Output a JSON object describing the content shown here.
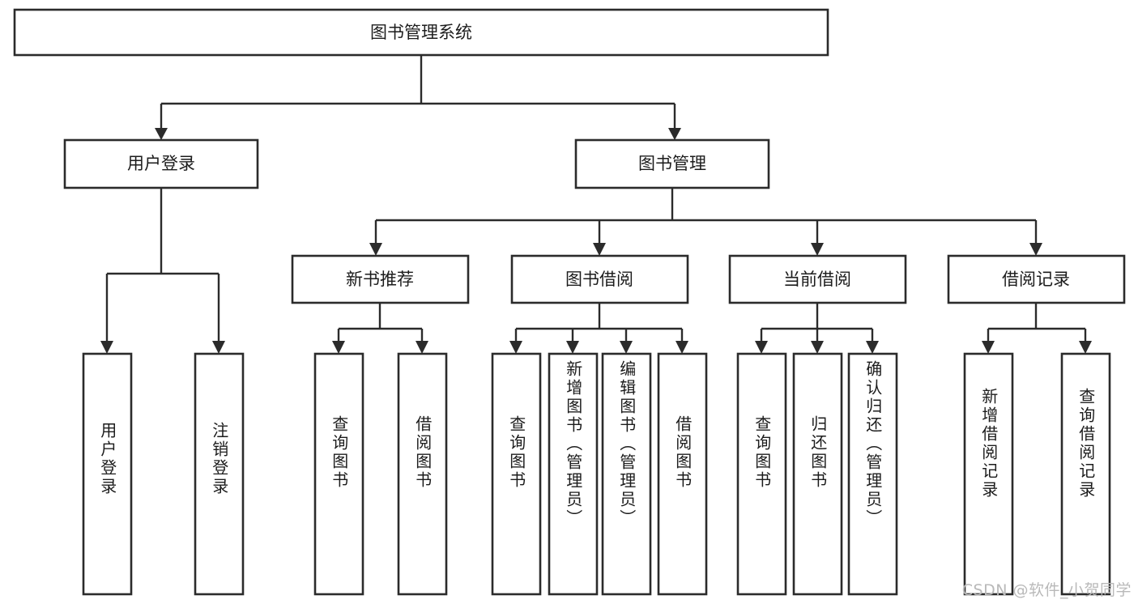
{
  "diagram": {
    "type": "tree-hierarchy",
    "orientation": "top-down",
    "root": {
      "id": "root",
      "label": "图书管理系统"
    },
    "level2": [
      {
        "id": "user-login",
        "label": "用户登录"
      },
      {
        "id": "book-manage",
        "label": "图书管理"
      }
    ],
    "level3": [
      {
        "id": "new-book-rec",
        "label": "新书推荐",
        "parent": "book-manage"
      },
      {
        "id": "book-borrow",
        "label": "图书借阅",
        "parent": "book-manage"
      },
      {
        "id": "current-borrow",
        "label": "当前借阅",
        "parent": "book-manage"
      },
      {
        "id": "borrow-record",
        "label": "借阅记录",
        "parent": "book-manage"
      }
    ],
    "leaves": {
      "user-login": [
        {
          "id": "leaf-user-login",
          "label": "用户登录"
        },
        {
          "id": "leaf-user-logout",
          "label": "注销登录"
        }
      ],
      "new-book-rec": [
        {
          "id": "leaf-query-book-1",
          "label": "查询图书"
        },
        {
          "id": "leaf-borrow-book-1",
          "label": "借阅图书"
        }
      ],
      "book-borrow": [
        {
          "id": "leaf-query-book-2",
          "label": "查询图书"
        },
        {
          "id": "leaf-add-book",
          "label": "新增图书（管理员）"
        },
        {
          "id": "leaf-edit-book",
          "label": "编辑图书（管理员）"
        },
        {
          "id": "leaf-borrow-book-2",
          "label": "借阅图书"
        }
      ],
      "current-borrow": [
        {
          "id": "leaf-query-book-3",
          "label": "查询图书"
        },
        {
          "id": "leaf-return-book",
          "label": "归还图书"
        },
        {
          "id": "leaf-confirm-return",
          "label": "确认归还（管理员）"
        }
      ],
      "borrow-record": [
        {
          "id": "leaf-add-record",
          "label": "新增借阅记录"
        },
        {
          "id": "leaf-query-record",
          "label": "查询借阅记录"
        }
      ]
    }
  },
  "colors": {
    "stroke": "#2b2b2b",
    "fill": "#ffffff",
    "text": "#1c1c1c",
    "watermark": "#b9b9b9"
  },
  "watermark": {
    "text": "CSDN @软件_小贺同学"
  }
}
